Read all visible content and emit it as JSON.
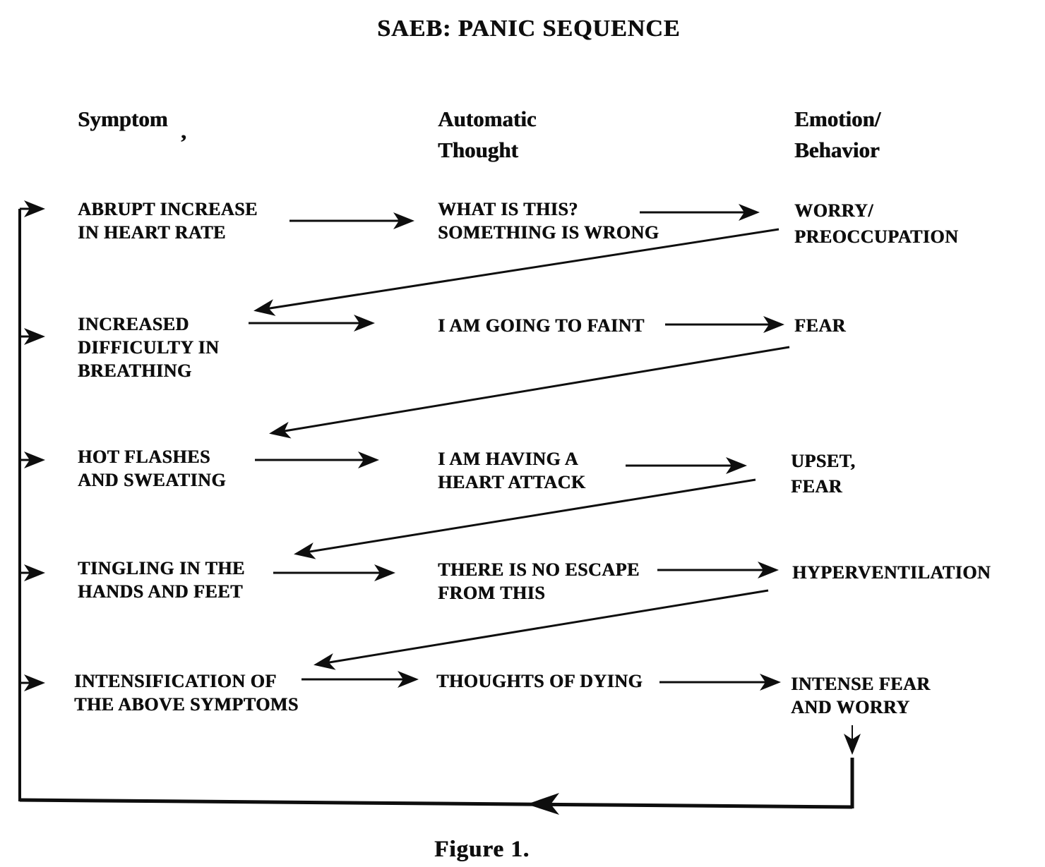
{
  "title": "SAEB: PANIC SEQUENCE",
  "caption": "Figure 1.",
  "headers": {
    "symptom": "Symptom",
    "symptom_mark": ",",
    "thought_line1": "Automatic",
    "thought_line2": "Thought",
    "emotion_line1": "Emotion/",
    "emotion_line2": "Behavior"
  },
  "rows": [
    {
      "symptom": [
        "ABRUPT INCREASE",
        "IN HEART RATE"
      ],
      "thought": [
        "WHAT IS THIS?",
        "SOMETHING IS WRONG"
      ],
      "emotion": [
        "WORRY/",
        "PREOCCUPATION"
      ]
    },
    {
      "symptom": [
        "INCREASED",
        "DIFFICULTY IN",
        "BREATHING"
      ],
      "thought": [
        "I AM GOING TO FAINT"
      ],
      "emotion": [
        "FEAR"
      ]
    },
    {
      "symptom": [
        "HOT FLASHES",
        "AND SWEATING"
      ],
      "thought": [
        "I AM HAVING A",
        "HEART ATTACK"
      ],
      "emotion": [
        "UPSET,",
        "FEAR"
      ]
    },
    {
      "symptom": [
        "TINGLING IN THE",
        "HANDS AND FEET"
      ],
      "thought": [
        "THERE IS NO ESCAPE",
        "FROM THIS"
      ],
      "emotion": [
        "HYPERVENTILATION"
      ]
    },
    {
      "symptom": [
        "INTENSIFICATION OF",
        "THE ABOVE SYMPTOMS"
      ],
      "thought": [
        "THOUGHTS OF DYING"
      ],
      "emotion": [
        "INTENSE FEAR",
        "AND WORRY"
      ]
    }
  ],
  "colors": {
    "ink": "#0e0e0e",
    "paper": "#ffffff"
  }
}
